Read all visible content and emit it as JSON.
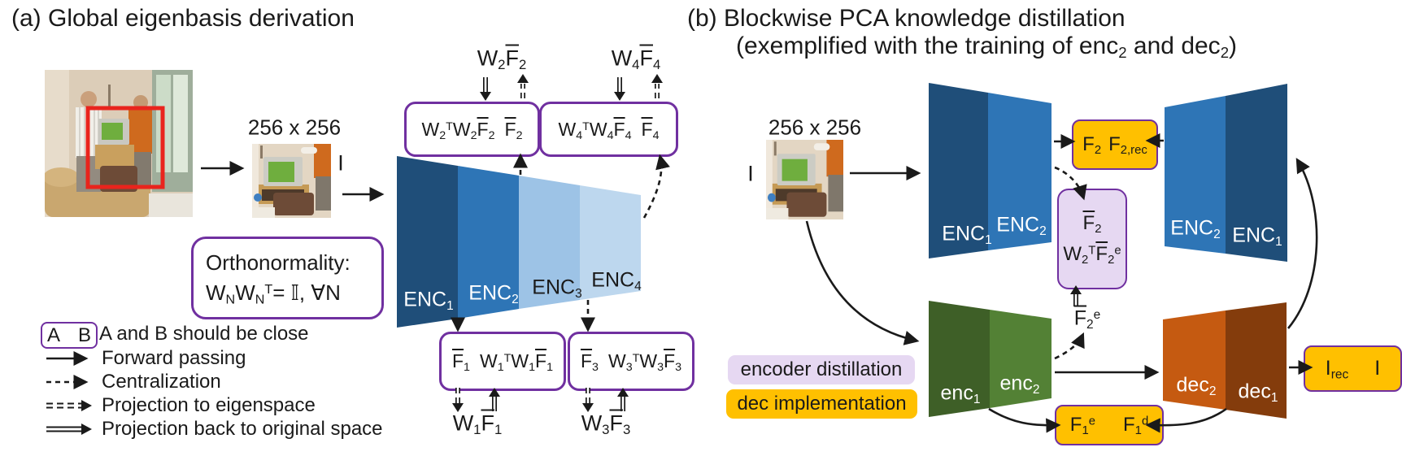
{
  "panel_a": {
    "title": "(a) Global eigenbasis derivation",
    "photo": {
      "description": "living room source photo",
      "crop_box_color": "#E9241D"
    },
    "resolution_label": "256 x 256",
    "input_symbol": "I",
    "encoder_blocks": [
      {
        "label": "ENC{s:1}",
        "color": "#1F4E79"
      },
      {
        "label": "ENC{s:2}",
        "color": "#2E75B6"
      },
      {
        "label": "ENC{s:3}",
        "color": "#9DC3E6"
      },
      {
        "label": "ENC{s:4}",
        "color": "#BDD7EE"
      }
    ],
    "eigen_top": [
      {
        "above": "W{s:2}{o:F}{s:2}",
        "box_left": "W{s:2}{p:T}W{s:2}{o:F}{s:2}",
        "box_right": "{o:F}{s:2}"
      },
      {
        "above": "W{s:4}{o:F}{s:4}",
        "box_left": "W{s:4}{p:T}W{s:4}{o:F}{s:4}",
        "box_right": "{o:F}{s:4}"
      }
    ],
    "eigen_bottom": [
      {
        "box_left": "{o:F}{s:1}",
        "box_right": "W{s:1}{p:T}W{s:1}{o:F}{s:1}",
        "below": "W{s:1}{o:F}{s:1}"
      },
      {
        "box_left": "{o:F}{s:3}",
        "box_right": "W{s:3}{p:T}W{s:3}{o:F}{s:3}",
        "below": "W{s:3}{o:F}{s:3}"
      }
    ],
    "orthonormality": {
      "line1": "Orthonormality:",
      "line2": "W{s:N}W{s:N}{p:T}= 𝕀, ∀N"
    },
    "legend": {
      "close_a": "A",
      "close_b": "B",
      "close_label": "A and B should be close",
      "items": [
        {
          "icon": "solid-arrow",
          "label": "Forward passing"
        },
        {
          "icon": "dashed-arrow",
          "label": "Centralization"
        },
        {
          "icon": "double-dashed-arrow",
          "label": "Projection to eigenspace"
        },
        {
          "icon": "double-solid-arrow",
          "label": "Projection back to original space"
        }
      ]
    },
    "box_border_color": "#7030A0"
  },
  "panel_b": {
    "title_line1": "(b) Blockwise PCA knowledge distillation",
    "title_line2": "(exemplified with the training of enc{s:2} and dec{s:2})",
    "resolution_label": "256 x 256",
    "input_symbol": "I",
    "teacher_encoder_in": [
      {
        "label": "ENC{s:1}",
        "color": "#1F4E79"
      },
      {
        "label": "ENC{s:2}",
        "color": "#2E75B6"
      }
    ],
    "teacher_encoder_out": [
      {
        "label": "ENC{s:2}",
        "color": "#2E75B6"
      },
      {
        "label": "ENC{s:1}",
        "color": "#1F4E79"
      }
    ],
    "student_encoder": [
      {
        "label": "enc{s:1}",
        "color": "#3E5F27"
      },
      {
        "label": "enc{s:2}",
        "color": "#538135"
      }
    ],
    "student_decoder": [
      {
        "label": "dec{s:2}",
        "color": "#C55A11"
      },
      {
        "label": "dec{s:1}",
        "color": "#843C0C"
      }
    ],
    "f2_box": {
      "left": "F{s:2}",
      "right": "F{s:2,rec}",
      "color": "#FFC000"
    },
    "eigen_box": {
      "line1": "{o:F}{s:2}",
      "line2": "W{s:2}{p:T}{o:F}{s:2}{p:e}",
      "color": "#E6D8F2"
    },
    "f2e_label": "{o:F}{s:2}{p:e}",
    "f1_box": {
      "left": "F{s:1}{p:e}",
      "right": "F{s:1}{p:d}",
      "color": "#FFC000"
    },
    "irec_box": {
      "left": "I{s:rec}",
      "right": "I",
      "color": "#FFC000"
    },
    "badge_encoder": {
      "label": "encoder distillation",
      "color": "#E6D8F2"
    },
    "badge_dec": {
      "label": "dec implementation",
      "color": "#FFC000"
    }
  }
}
